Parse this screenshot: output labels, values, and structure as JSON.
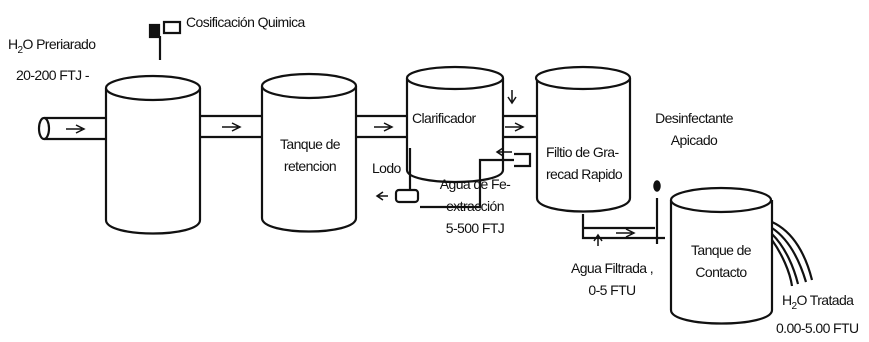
{
  "labels": {
    "raw_water_prefix": "H",
    "raw_water_sub": "2",
    "raw_water_suffix": "O Preriarado",
    "raw_water_range": "20-200 FTJ -",
    "chemical_dosing": "Cosificación Quimica",
    "retention_tank_line1": "Tanque de",
    "retention_tank_line2": "retencion",
    "clarifier": "Clarificador",
    "sludge": "Lodo",
    "backwash_line1": "Agua de Fe-",
    "backwash_line2": "extracción",
    "backwash_line3": "5-500 FTJ",
    "filter_line1": "Filtio de Gra-",
    "filter_line2": "recad Rapido",
    "disinfectant_line1": "Desinfectante",
    "disinfectant_line2": "Apicado",
    "filtered_line1": "Agua Filtrada ,",
    "filtered_line2": "0-5 FTU",
    "contact_tank_line1": "Tanque de",
    "contact_tank_line2": "Contacto",
    "treated_prefix": "H",
    "treated_sub": "2",
    "treated_suffix": "O Tratada",
    "treated_range": "0.00-5.00 FTU"
  }
}
